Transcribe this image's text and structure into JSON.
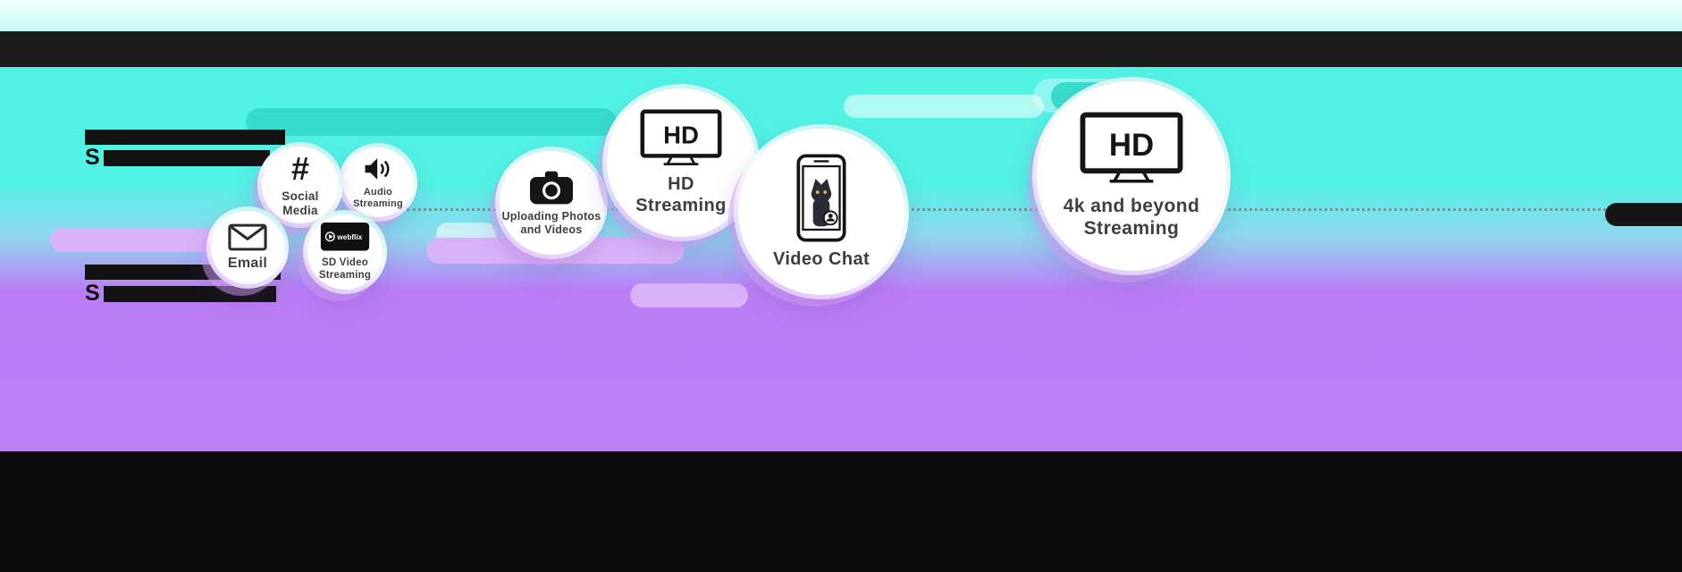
{
  "colors": {
    "cyan": "#52f2e5",
    "purple": "#bc80f6",
    "teal_pill": "#38dccd",
    "light_purple_pill": "#d9b3f9",
    "black_bar": "#1d1d1d"
  },
  "redactions": {
    "tier1_letter": "S",
    "tier2_letter": "S"
  },
  "bubbles": [
    {
      "id": "email",
      "icon": "envelope-icon",
      "label": "Email"
    },
    {
      "id": "social-media",
      "icon": "hashtag-icon",
      "icon_text": "#",
      "label": "Social Media"
    },
    {
      "id": "audio-streaming",
      "icon": "speaker-icon",
      "label": "Audio Streaming"
    },
    {
      "id": "sd-video-streaming",
      "icon": "webflix-screen-icon",
      "screen_text": "webflix",
      "label": "SD Video Streaming"
    },
    {
      "id": "uploading-photos",
      "icon": "camera-icon",
      "label": "Uploading Photos and Videos"
    },
    {
      "id": "hd-streaming",
      "icon": "hd-tv-icon",
      "icon_text": "HD",
      "label": "HD Streaming"
    },
    {
      "id": "video-chat",
      "icon": "phone-video-chat-icon",
      "label": "Video Chat"
    },
    {
      "id": "4k-streaming",
      "icon": "hd-tv-icon",
      "icon_text": "HD",
      "label": "4k and beyond Streaming"
    }
  ]
}
